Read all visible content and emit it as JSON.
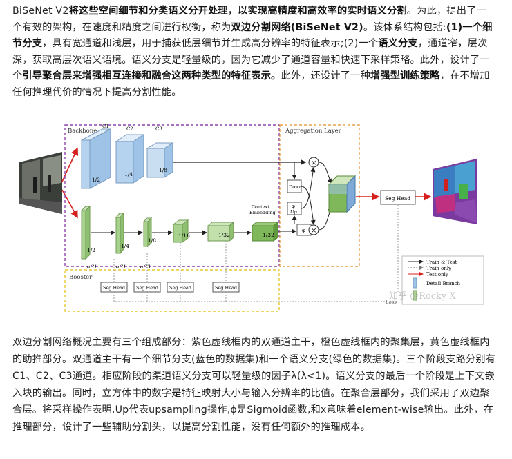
{
  "intro_paragraph": [
    {
      "t": "BiSeNet V2",
      "b": false
    },
    {
      "t": "将这些空间细节和分类语义分开处理，以实现高精度和高效率的实时语义分割",
      "b": true
    },
    {
      "t": "。为此，提出了一个有效的架构，在速度和精度之间进行权衡，称为",
      "b": false
    },
    {
      "t": "双边分割网络(BiSeNet V2)",
      "b": true
    },
    {
      "t": "。该体系结构包括:",
      "b": false
    },
    {
      "t": "(1)一个细节分支",
      "b": true
    },
    {
      "t": "，具有宽通道和浅层，用于捕获低层细节并生成高分辨率的特征表示;(2)一个",
      "b": false
    },
    {
      "t": "语义分支",
      "b": true
    },
    {
      "t": "，通道窄，层次深，获取高层次语义语境。语义分支是轻量级的，因为它减少了通道容量和快速下采样策略。此外，设计了一个",
      "b": false
    },
    {
      "t": "引导聚合层来增强相互连接和融合这两种类型的特征表示。",
      "b": true
    },
    {
      "t": "此外，还设计了一种",
      "b": false
    },
    {
      "t": "增强型训练策略",
      "b": true
    },
    {
      "t": "，在不增加任何推理代价的情况下提高分割性能。",
      "b": false
    }
  ],
  "diagram": {
    "backbone_label": "Backbone",
    "aggregation_label": "Aggregation Layer",
    "booster_label": "Booster",
    "detail_stages": [
      {
        "top": "C1",
        "ratio": "1/2"
      },
      {
        "top": "C2",
        "ratio": "1/4"
      },
      {
        "top": "C3",
        "ratio": "1/8"
      }
    ],
    "semantic_stages": [
      {
        "bottom": "αC1",
        "ratio": "1/2"
      },
      {
        "bottom": "αC1",
        "ratio": "1/4"
      },
      {
        "bottom": "αC3",
        "ratio": "1/8"
      },
      {
        "bottom": "",
        "ratio": "1/16"
      },
      {
        "bottom": "",
        "ratio": "1/32"
      }
    ],
    "context_embedding_label": [
      "Context",
      "Embedding"
    ],
    "context_embedding_ratio": "1/32",
    "down_label": "Down",
    "phi_label": "φ",
    "up_label": "Up",
    "times_label": "×",
    "seg_head_main": "Seg Head",
    "seg_head_booster": [
      "Seg Head",
      "Seg Head",
      "Seg Head",
      "Seg Head"
    ],
    "legend": [
      "Train & Test",
      "Train only",
      "Test only",
      "Detail Branch"
    ],
    "loss_label": "Loss",
    "watermark": "知乎 @Rocky X",
    "colors": {
      "detail": "#9ec3e6",
      "semantic": "#a9d18e",
      "backbone_box": "#8e44ad",
      "aggregation_box": "#e8a04b",
      "booster_box": "#e6c832",
      "arrow_red": "#d62020"
    }
  },
  "summary_paragraph": "双边分割网络概况主要有三个组成部分：紫色虚线框内的双通道主干，橙色虚线框内的聚集层，黄色虚线框内的助推部分。双通道主干有一个细节分支(蓝色的数据集)和一个语义分支(绿色的数据集)。三个阶段支路分别有C1、C2、C3通道。相应阶段的渠道语义分支可以轻量级的因子λ(λ<1)。语义分支的最后一个阶段是上下文嵌入块的输出。同时，立方体中的数字是特征映射大小与输入分辨率的比值。在聚合层部分，我们采用了双边聚合层。将采样操作表明,Up代表upsampling操作,ϕ是Sigmoid函数,和x意味着element-wise输出。此外，在推理部分，设计了一些辅助分割头，以提高分割性能，没有任何额外的推理成本。"
}
